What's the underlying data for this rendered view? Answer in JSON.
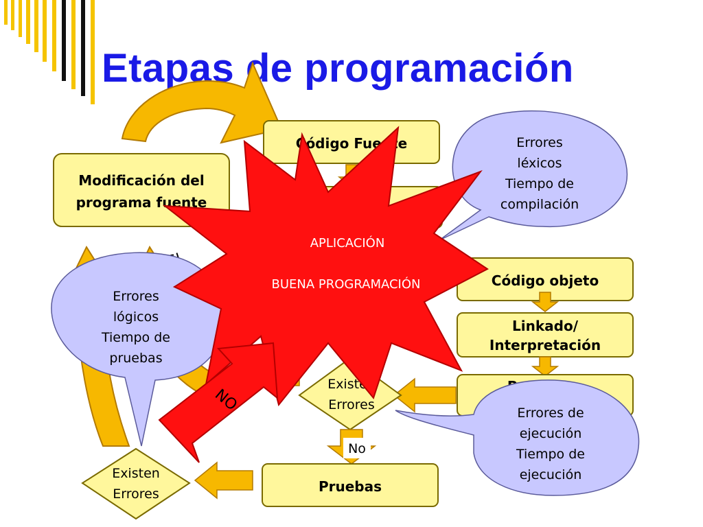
{
  "slide": {
    "title": "Etapas de programación",
    "colors": {
      "title": "#1a1ae6",
      "box_fill": "#fff79c",
      "box_stroke": "#7a6a00",
      "arrow_fill": "#f7b800",
      "arrow_stroke": "#b37a00",
      "callout_fill": "#c8c8ff",
      "star_fill": "#ff1010",
      "star_text": "#ffffff"
    }
  },
  "diagram": {
    "boxes": {
      "codigo_fuente": "Código Fuente",
      "modificacion_line1": "Modificación del",
      "modificacion_line2": "programa fuente",
      "codigo_objeto": "Código objeto",
      "linkado_line1": "Linkado/",
      "linkado_line2": "Interpretación",
      "programa_partial": "Programa",
      "pruebas": "Pruebas"
    },
    "decisions": {
      "center_line1": "Existen",
      "center_line2": "Errores",
      "bottom_line1": "Existen",
      "bottom_line2": "Errores"
    },
    "labels": {
      "si": "SI",
      "no_lower": "No",
      "no_upper": "NO"
    },
    "callouts": {
      "lexicos": [
        "Errores",
        "léxicos",
        "Tiempo de",
        "compilación"
      ],
      "logicos": [
        "Errores",
        "lógicos",
        "Tiempo de",
        "pruebas"
      ],
      "ejecucion": [
        "Errores de",
        "ejecución",
        "Tiempo de",
        "ejecución"
      ]
    },
    "star": {
      "line1": "APLICACIÓN",
      "line2": "BUENA PROGRAMACIÓN"
    }
  }
}
